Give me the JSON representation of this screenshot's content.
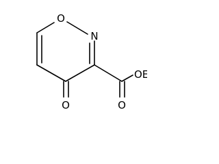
{
  "molecule": {
    "atoms": {
      "ring_oxygen": "O",
      "ring_nitrogen": "N",
      "keto_oxygen": "O",
      "carbonyl_oxygen": "O",
      "ester_group": "OEt"
    }
  }
}
